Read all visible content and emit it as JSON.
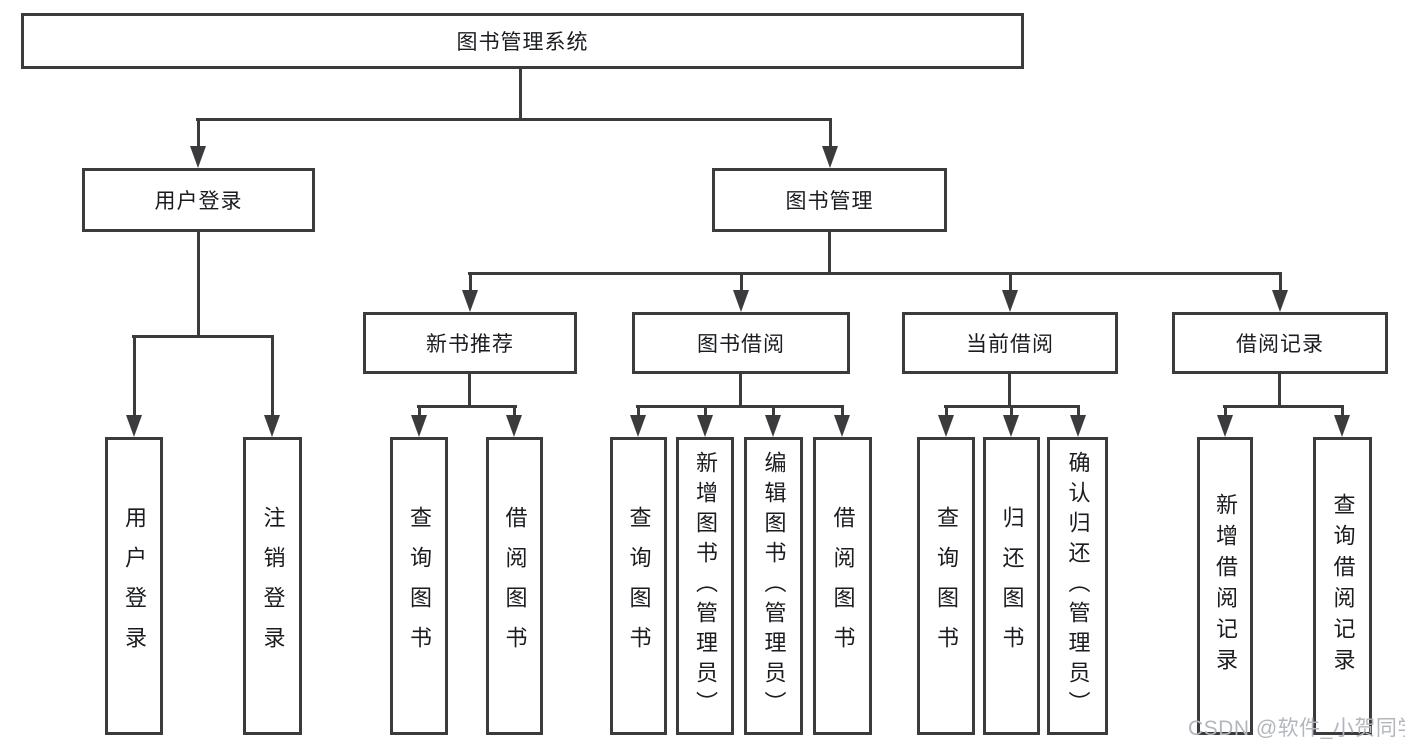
{
  "diagram": {
    "type": "hierarchy-tree",
    "nodes": {
      "root": "图书管理系统",
      "branches": [
        {
          "label": "用户登录",
          "leaves": [
            "用户登录",
            "注销登录"
          ]
        },
        {
          "label": "图书管理",
          "subbranches": [
            {
              "label": "新书推荐",
              "leaves": [
                "查询图书",
                "借阅图书"
              ]
            },
            {
              "label": "图书借阅",
              "leaves": [
                "查询图书",
                "新增图书（管理员）",
                "编辑图书（管理员）",
                "借阅图书"
              ]
            },
            {
              "label": "当前借阅",
              "leaves": [
                "查询图书",
                "归还图书",
                "确认归还（管理员）"
              ]
            },
            {
              "label": "借阅记录",
              "leaves": [
                "新增借阅记录",
                "查询借阅记录"
              ]
            }
          ]
        }
      ]
    },
    "colors": {
      "line": "#3b3b3d",
      "text": "#1b1c20",
      "background": "#ffffff",
      "watermark": "#b3b6bd"
    }
  },
  "watermark": {
    "text": "CSDN @软件_小贺同学"
  }
}
